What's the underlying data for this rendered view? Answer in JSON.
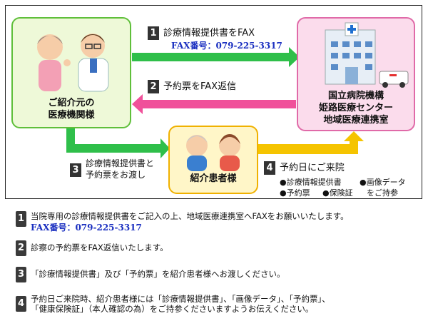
{
  "diagram": {
    "referrer_label": [
      "ご紹介元の",
      "医療機関様"
    ],
    "hospital_label": [
      "国立病院機構",
      "姫路医療センター",
      "地域医療連携室"
    ],
    "patient_label": "紹介患者様",
    "steps": [
      {
        "num": "1",
        "text": "診療情報提供書をFAX",
        "fax": "FAX番号：079-225-3317"
      },
      {
        "num": "2",
        "text": "予約票をFAX返信"
      },
      {
        "num": "3",
        "lines": [
          "診療情報提供書と",
          "予約票をお渡し"
        ]
      },
      {
        "num": "4",
        "text": "予約日にご来院"
      }
    ],
    "bring_items": {
      "row1": [
        "●診療情報提供書",
        "●画像データ"
      ],
      "row2": [
        "●予約票",
        "●保険証",
        "をご持参"
      ]
    }
  },
  "notes": [
    {
      "num": "1",
      "text": "当院専用の診療情報提供書をご記入の上、地域医療連携室へFAXをお願いいたします。",
      "fax": "FAX番号：079-225-3317"
    },
    {
      "num": "2",
      "text": "診察の予約票をFAX返信いたします。"
    },
    {
      "num": "3",
      "text": "「診療情報提供書」及び「予約票」を紹介患者様へお渡しください。"
    },
    {
      "num": "4",
      "lines": [
        "予約日ご来院時、紹介患者様には「診療情報提供書」、「画像データ」、「予約票」、",
        "「健康保険証」（本人確認の為）をご持参くださいますようお伝えください。"
      ]
    }
  ],
  "colors": {
    "green": "#2fbf4a",
    "pink": "#f0509a",
    "yellow": "#f5c400",
    "fax_blue": "#1a2fc0"
  }
}
